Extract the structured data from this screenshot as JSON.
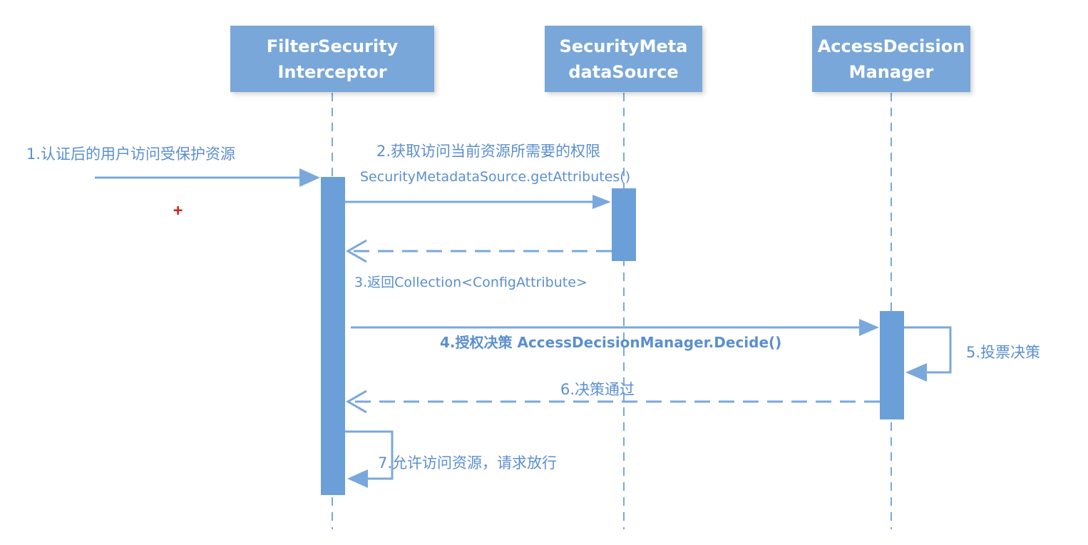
{
  "lifelines": [
    {
      "label": "FilterSecurity\nInterceptor"
    },
    {
      "label": "SecurityMeta\ndataSource"
    },
    {
      "label": "AccessDecision\nManager"
    }
  ],
  "messages": {
    "m1": "1.认证后的用户访问受保护资源",
    "m2_line1": "2.获取访问当前资源所需要的权限",
    "m2_line2": "SecurityMetadataSource.getAttributes()",
    "m3": "3.返回Collection<ConfigAttribute>",
    "m4": "4.授权决策 AccessDecisionManager.Decide()",
    "m5": "5.投票决策",
    "m6": "6.决策通过",
    "m7": "7.允许访问资源，请求放行"
  },
  "colors": {
    "lifeline_box": "#79a7d9",
    "activation": "#6b9fd8",
    "arrow": "#7aa8dc",
    "label_text": "#5b8fcf",
    "cursor": "#d62020"
  },
  "cursor_icon": "plus-cursor-icon"
}
